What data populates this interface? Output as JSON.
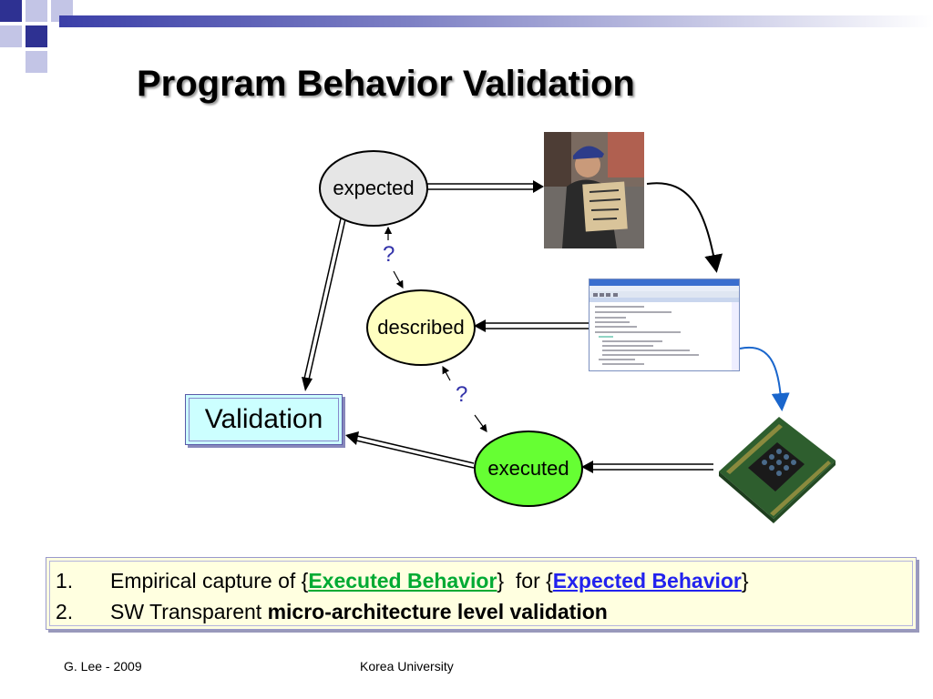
{
  "slide": {
    "title": "Program Behavior Validation"
  },
  "diagram": {
    "nodes": {
      "expected": "expected",
      "described": "described",
      "executed": "executed"
    },
    "validation_box": "Validation",
    "question_marks": [
      "?",
      "?"
    ]
  },
  "notes": {
    "items": [
      {
        "number": "1.",
        "prefix": "Empirical capture of {",
        "executed_behavior": "Executed Behavior",
        "middle": "}  for {",
        "expected_behavior": "Expected Behavior",
        "suffix": "}"
      },
      {
        "number": "2.",
        "prefix": "SW Transparent ",
        "bold": "micro-architecture level validation"
      }
    ]
  },
  "footer": {
    "left": "G. Lee - 2009",
    "center": "Korea University"
  },
  "colors": {
    "executed_node": "#66ff33",
    "described_node": "#ffffc0",
    "expected_node": "#e6e6e6",
    "validation_box": "#ccffff",
    "note_box": "#ffffe0",
    "executed_link": "#00aa33",
    "expected_link": "#2222ee",
    "question_mark": "#3333aa",
    "cpu_arrow": "#1a66cc"
  }
}
